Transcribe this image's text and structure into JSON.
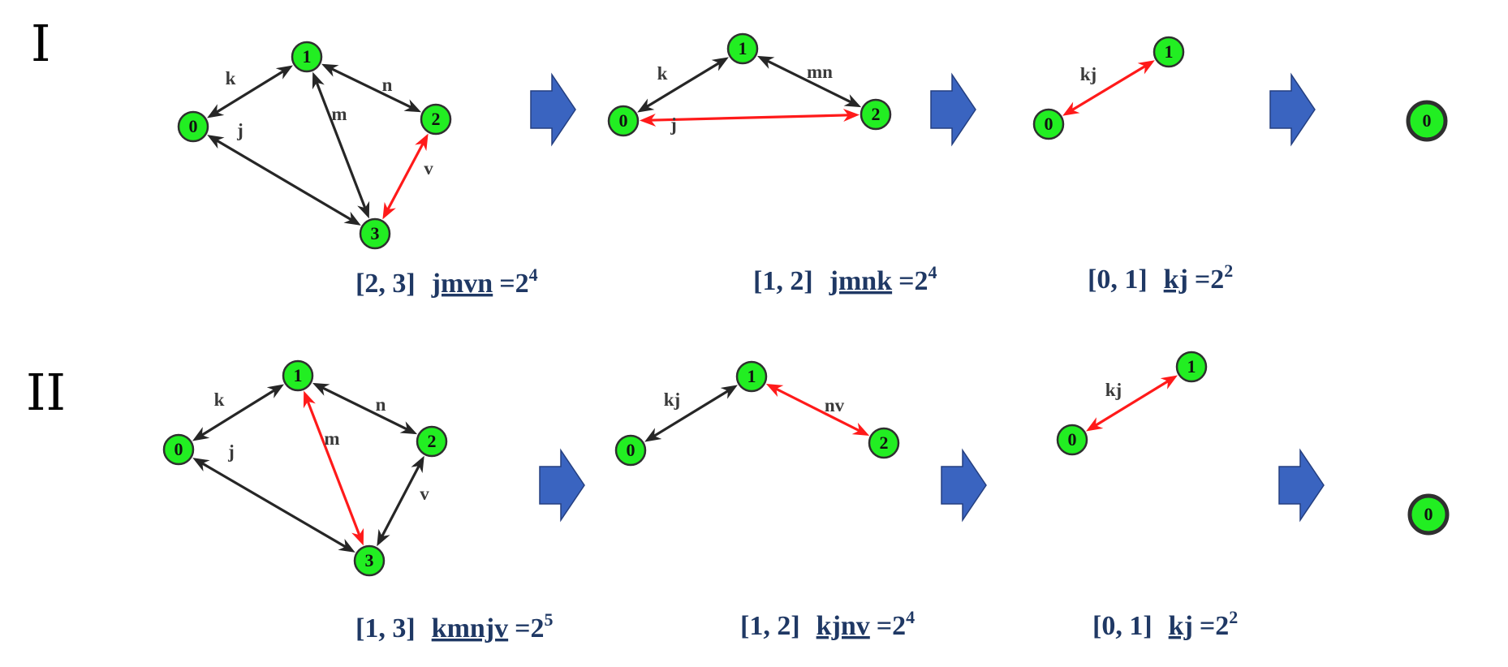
{
  "colors": {
    "node_fill": "#22ee22",
    "node_stroke": "#2f2f2f",
    "edge_default": "#262626",
    "edge_highlight": "#ff1a1a",
    "arrow_fill": "#3a64c0",
    "caption": "#1f3864"
  },
  "rows": [
    {
      "label": "I",
      "steps": [
        {
          "nodes": [
            "1",
            "0",
            "2",
            "3"
          ],
          "edges": [
            {
              "label": "k",
              "highlight": false
            },
            {
              "label": "j",
              "highlight": false
            },
            {
              "label": "m",
              "highlight": false
            },
            {
              "label": "n",
              "highlight": false
            },
            {
              "label": "v",
              "highlight": true
            }
          ],
          "caption": {
            "interval": "[2, 3]",
            "word": "jmvn",
            "base": "=2",
            "exp": "4"
          }
        },
        {
          "nodes": [
            "1",
            "0",
            "2"
          ],
          "edges": [
            {
              "label": "k",
              "highlight": false
            },
            {
              "label": "mn",
              "highlight": false
            },
            {
              "label": "j",
              "highlight": true
            }
          ],
          "caption": {
            "interval": "[1, 2]",
            "word": "jmnk",
            "base": "=2",
            "exp": "4"
          }
        },
        {
          "nodes": [
            "1",
            "0"
          ],
          "edges": [
            {
              "label": "kj",
              "highlight": true
            }
          ],
          "caption": {
            "interval": "[0, 1]",
            "word": "kj",
            "base": "=2",
            "exp": "2"
          }
        },
        {
          "nodes": [
            "0"
          ],
          "edges": []
        }
      ]
    },
    {
      "label": "II",
      "steps": [
        {
          "nodes": [
            "1",
            "0",
            "2",
            "3"
          ],
          "edges": [
            {
              "label": "k",
              "highlight": false
            },
            {
              "label": "j",
              "highlight": false
            },
            {
              "label": "m",
              "highlight": true
            },
            {
              "label": "n",
              "highlight": false
            },
            {
              "label": "v",
              "highlight": false
            }
          ],
          "caption": {
            "interval": "[1, 3]",
            "word": "kmnjv",
            "base": "=2",
            "exp": "5"
          }
        },
        {
          "nodes": [
            "1",
            "0",
            "2"
          ],
          "edges": [
            {
              "label": "kj",
              "highlight": false
            },
            {
              "label": "nv",
              "highlight": true
            }
          ],
          "caption": {
            "interval": "[1, 2]",
            "word": "kjnv",
            "base": "=2",
            "exp": "4"
          }
        },
        {
          "nodes": [
            "1",
            "0"
          ],
          "edges": [
            {
              "label": "kj",
              "highlight": true
            }
          ],
          "caption": {
            "interval": "[0, 1]",
            "word": "kj",
            "base": "=2",
            "exp": "2"
          }
        },
        {
          "nodes": [
            "0"
          ],
          "edges": []
        }
      ]
    }
  ]
}
